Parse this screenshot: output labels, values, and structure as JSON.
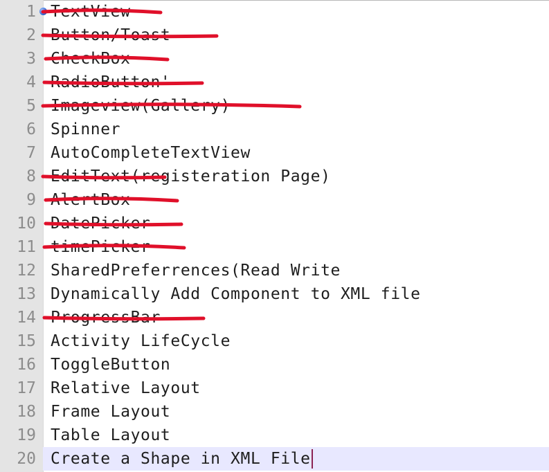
{
  "editor": {
    "lines": [
      {
        "num": "1",
        "text": "TextView",
        "struck": true
      },
      {
        "num": "2",
        "text": "Button/Toast",
        "struck": true
      },
      {
        "num": "3",
        "text": "CheckBox",
        "struck": true
      },
      {
        "num": "4",
        "text": "RadioButton'",
        "struck": true
      },
      {
        "num": "5",
        "text": "Imageview(Gallery)",
        "struck": true
      },
      {
        "num": "6",
        "text": "Spinner",
        "struck": false
      },
      {
        "num": "7",
        "text": "AutoCompleteTextView",
        "struck": false
      },
      {
        "num": "8",
        "text": "EditText(registeration Page)",
        "struck": true
      },
      {
        "num": "9",
        "text": "AlertBox",
        "struck": true
      },
      {
        "num": "10",
        "text": "DatePicker",
        "struck": true
      },
      {
        "num": "11",
        "text": "timePicker",
        "struck": true
      },
      {
        "num": "12",
        "text": "SharedPreferrences(Read Write",
        "struck": false
      },
      {
        "num": "13",
        "text": "Dynamically Add Component to XML file",
        "struck": false
      },
      {
        "num": "14",
        "text": "ProgressBar",
        "struck": true
      },
      {
        "num": "15",
        "text": "Activity LifeCycle",
        "struck": false
      },
      {
        "num": "16",
        "text": "ToggleButton",
        "struck": false
      },
      {
        "num": "17",
        "text": "Relative Layout",
        "struck": false
      },
      {
        "num": "18",
        "text": "Frame Layout",
        "struck": false
      },
      {
        "num": "19",
        "text": "Table Layout",
        "struck": false
      },
      {
        "num": "20",
        "text": "Create a Shape in XML File",
        "struck": false
      }
    ],
    "current_line": 20,
    "bookmark_line": 1,
    "colors": {
      "strike": "#e0102a",
      "gutter": "#e4e4e4",
      "current_line": "#e8e8ff",
      "bookmark": "#3a6fd8"
    }
  }
}
